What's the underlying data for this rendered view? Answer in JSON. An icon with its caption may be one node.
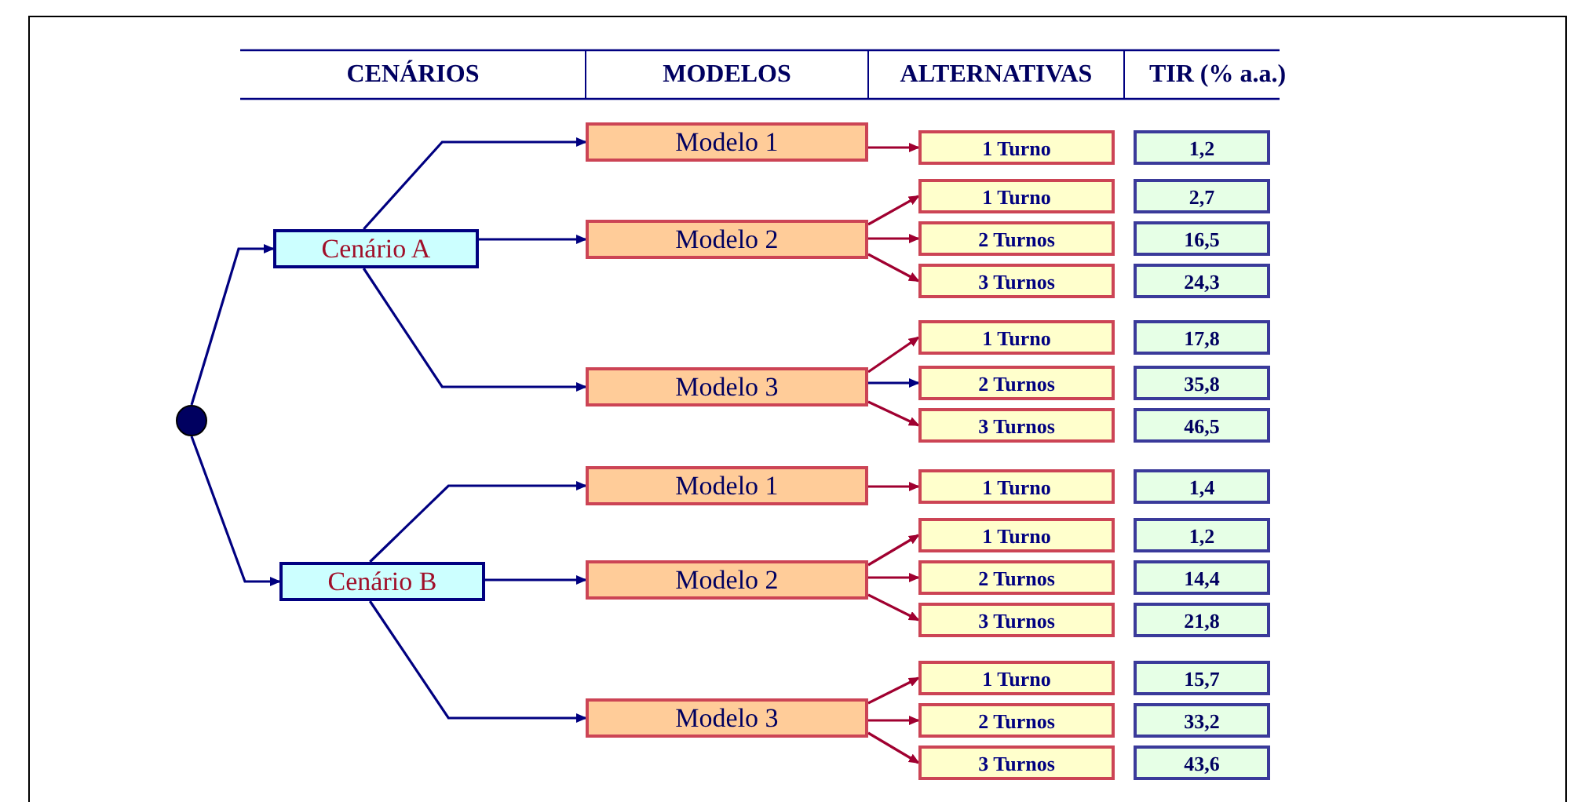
{
  "diagram": {
    "nodes": [
      {
        "text": [],
        "shape": "circle"
      },
      {
        "text": [
          "Cenário A"
        ]
      },
      {
        "text": [
          "Modelo 1"
        ]
      },
      {
        "text": [
          "1 Turno"
        ]
      },
      {
        "text": [
          "1,2"
        ]
      },
      {
        "text": [
          "Modelo 2"
        ]
      },
      {
        "text": [
          "1 Turno"
        ]
      },
      {
        "text": [
          "2 Turnos"
        ]
      },
      {
        "text": [
          "3 Turnos"
        ]
      },
      {
        "text": [
          "2,7"
        ]
      },
      {
        "text": [
          "16,5"
        ]
      },
      {
        "text": [
          "24,3"
        ]
      },
      {
        "text": [
          "Modelo 3"
        ]
      },
      {
        "text": [
          "1 Turno"
        ]
      },
      {
        "text": [
          "2 Turnos"
        ]
      },
      {
        "text": [
          "3 Turnos"
        ]
      },
      {
        "text": [
          "17,8"
        ]
      },
      {
        "text": [
          "35,8"
        ]
      },
      {
        "text": [
          "46,5"
        ]
      },
      {
        "text": [
          "Cenário B"
        ]
      },
      {
        "text": [
          "Modelo 1"
        ]
      },
      {
        "text": [
          "1 Turno"
        ]
      },
      {
        "text": [
          "1,4"
        ]
      },
      {
        "text": [
          "Modelo 2"
        ]
      },
      {
        "text": [
          "1 Turno"
        ]
      },
      {
        "text": [
          "2 Turnos"
        ]
      },
      {
        "text": [
          "3 Turnos"
        ]
      },
      {
        "text": [
          "1,2"
        ]
      },
      {
        "text": [
          "14,4"
        ]
      },
      {
        "text": [
          "21,8"
        ]
      },
      {
        "text": [
          "Modelo 3"
        ]
      },
      {
        "text": [
          "1 Turno"
        ]
      },
      {
        "text": [
          "2 Turnos"
        ]
      },
      {
        "text": [
          "3 Turnos"
        ]
      },
      {
        "text": [
          "15,7"
        ]
      },
      {
        "text": [
          "33,2"
        ]
      },
      {
        "text": [
          "43,6"
        ]
      }
    ],
    "edges": [
      {
        "from": 0,
        "to": 1,
        "arrow": "to",
        "color": "#000080"
      },
      {
        "from": 0,
        "to": 19,
        "arrow": "to",
        "color": "#000080"
      },
      {
        "from": 1,
        "to": 2,
        "arrow": "to",
        "color": "#000080"
      },
      {
        "from": 1,
        "to": 5,
        "arrow": "to",
        "color": "#000080"
      },
      {
        "from": 1,
        "to": 12,
        "arrow": "to",
        "color": "#000080"
      },
      {
        "from": 2,
        "to": 3,
        "arrow": "to"
      },
      {
        "from": 5,
        "to": 6,
        "arrow": "to"
      },
      {
        "from": 5,
        "to": 7,
        "arrow": "to"
      },
      {
        "from": 5,
        "to": 8,
        "arrow": "to"
      },
      {
        "from": 12,
        "to": 13,
        "arrow": "to"
      },
      {
        "from": 12,
        "to": 14,
        "arrow": "to",
        "color": "#000080"
      },
      {
        "from": 12,
        "to": 15,
        "arrow": "to"
      },
      {
        "from": 19,
        "to": 20,
        "arrow": "to",
        "color": "#000080"
      },
      {
        "from": 19,
        "to": 23,
        "arrow": "to",
        "color": "#000080"
      },
      {
        "from": 19,
        "to": 30,
        "arrow": "to",
        "color": "#000080"
      },
      {
        "from": 20,
        "to": 21,
        "arrow": "to"
      },
      {
        "from": 23,
        "to": 24,
        "arrow": "to"
      },
      {
        "from": 23,
        "to": 25,
        "arrow": "to"
      },
      {
        "from": 23,
        "to": 26,
        "arrow": "to"
      },
      {
        "from": 30,
        "to": 31,
        "arrow": "to"
      },
      {
        "from": 30,
        "to": 32,
        "arrow": "to"
      },
      {
        "from": 30,
        "to": 33,
        "arrow": "to"
      }
    ],
    "labels": [
      "CENÁRIOS",
      "MODELOS",
      "ALTERNATIVAS",
      "TIR (% a.a.)"
    ]
  }
}
